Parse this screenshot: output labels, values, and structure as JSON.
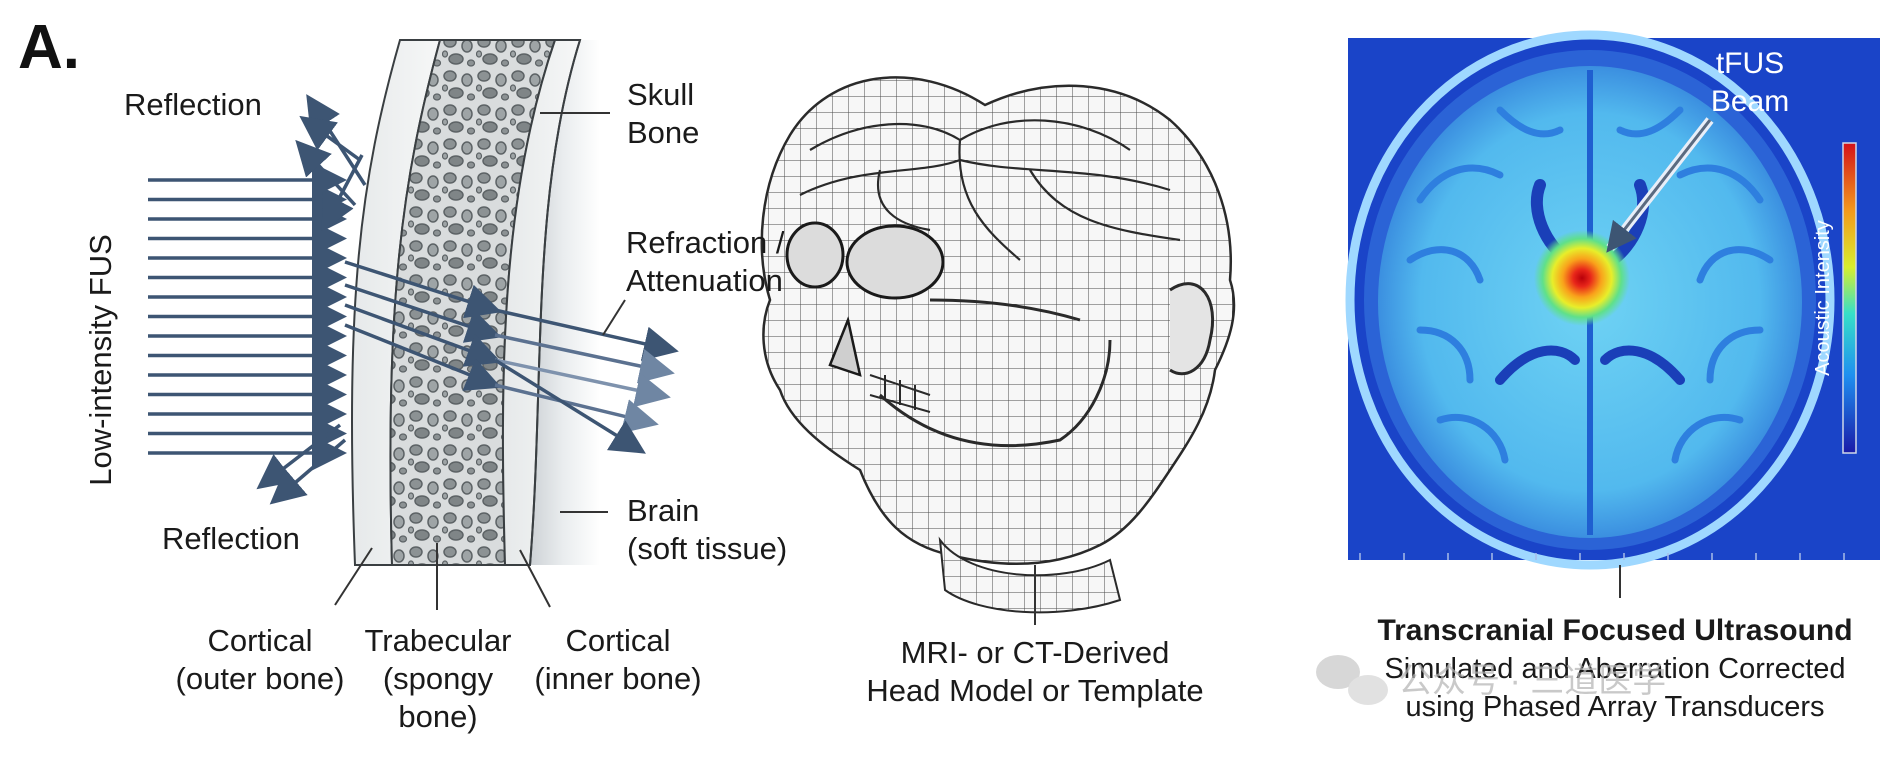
{
  "panel_label": "A.",
  "skull_panel": {
    "incoming_label": "Low-intensity FUS",
    "reflection_top": "Reflection",
    "reflection_bottom": "Reflection",
    "skull_bone": [
      "Skull",
      "Bone"
    ],
    "refraction": [
      "Refraction /",
      "Attenuation"
    ],
    "brain": [
      "Brain",
      "(soft tissue)"
    ],
    "cortical_outer": [
      "Cortical",
      "(outer bone)"
    ],
    "trabecular": [
      "Trabecular",
      "(spongy",
      "bone)"
    ],
    "cortical_inner": [
      "Cortical",
      "(inner bone)"
    ]
  },
  "head_panel": {
    "caption": [
      "MRI- or CT-Derived",
      "Head Model or Template"
    ]
  },
  "brain_panel": {
    "beam_label": [
      "tFUS",
      "Beam"
    ],
    "colorbar_label": "Acoustic Intensity",
    "caption_title": "Transcranial Focused Ultrasound",
    "caption_lines": [
      "Simulated and Aberration Corrected",
      "using Phased Array Transducers"
    ]
  },
  "watermark": "公众号 · 三道医学",
  "colors": {
    "arrow": "#3d5573",
    "mri_background": "#1a44c8",
    "hotspot": "#e8261a"
  }
}
